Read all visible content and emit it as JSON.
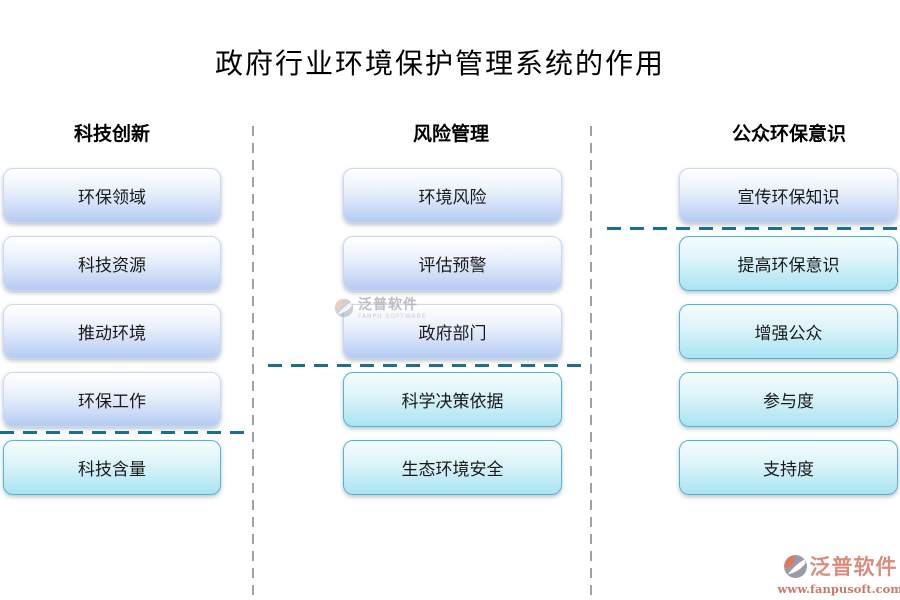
{
  "title": "政府行业环境保护管理系统的作用",
  "columns": [
    {
      "header": "科技创新",
      "items": [
        {
          "label": "环保领域",
          "variant": "blue"
        },
        {
          "label": "科技资源",
          "variant": "blue"
        },
        {
          "label": "推动环境",
          "variant": "blue"
        },
        {
          "label": "环保工作",
          "variant": "blue"
        },
        {
          "label": "科技含量",
          "variant": "cyan"
        }
      ]
    },
    {
      "header": "风险管理",
      "items": [
        {
          "label": "环境风险",
          "variant": "blue"
        },
        {
          "label": "评估预警",
          "variant": "blue"
        },
        {
          "label": "政府部门",
          "variant": "blue"
        },
        {
          "label": "科学决策依据",
          "variant": "cyan"
        },
        {
          "label": "生态环境安全",
          "variant": "cyan"
        }
      ]
    },
    {
      "header": "公众环保意识",
      "items": [
        {
          "label": "宣传环保知识",
          "variant": "blue"
        },
        {
          "label": "提高环保意识",
          "variant": "cyan"
        },
        {
          "label": "增强公众",
          "variant": "cyan"
        },
        {
          "label": "参与度",
          "variant": "cyan"
        },
        {
          "label": "支持度",
          "variant": "cyan"
        }
      ]
    }
  ],
  "watermark": {
    "name": "泛普软件",
    "subtitle": "FANPU SOFTWARE"
  },
  "footer": {
    "brand": "泛普软件",
    "url": "www.fanpusoft.com"
  },
  "colors": {
    "blue_box_top": "#ffffff",
    "blue_box_bottom": "#b5cbf3",
    "blue_border": "#c9d9f2",
    "cyan_box_top": "#f6fdfe",
    "cyan_box_bottom": "#a9e4f2",
    "cyan_border": "#53b5d4",
    "divider_teal": "#17718f",
    "divider_gray": "#a2a2a2",
    "brand_coral": "#db8d7c"
  }
}
